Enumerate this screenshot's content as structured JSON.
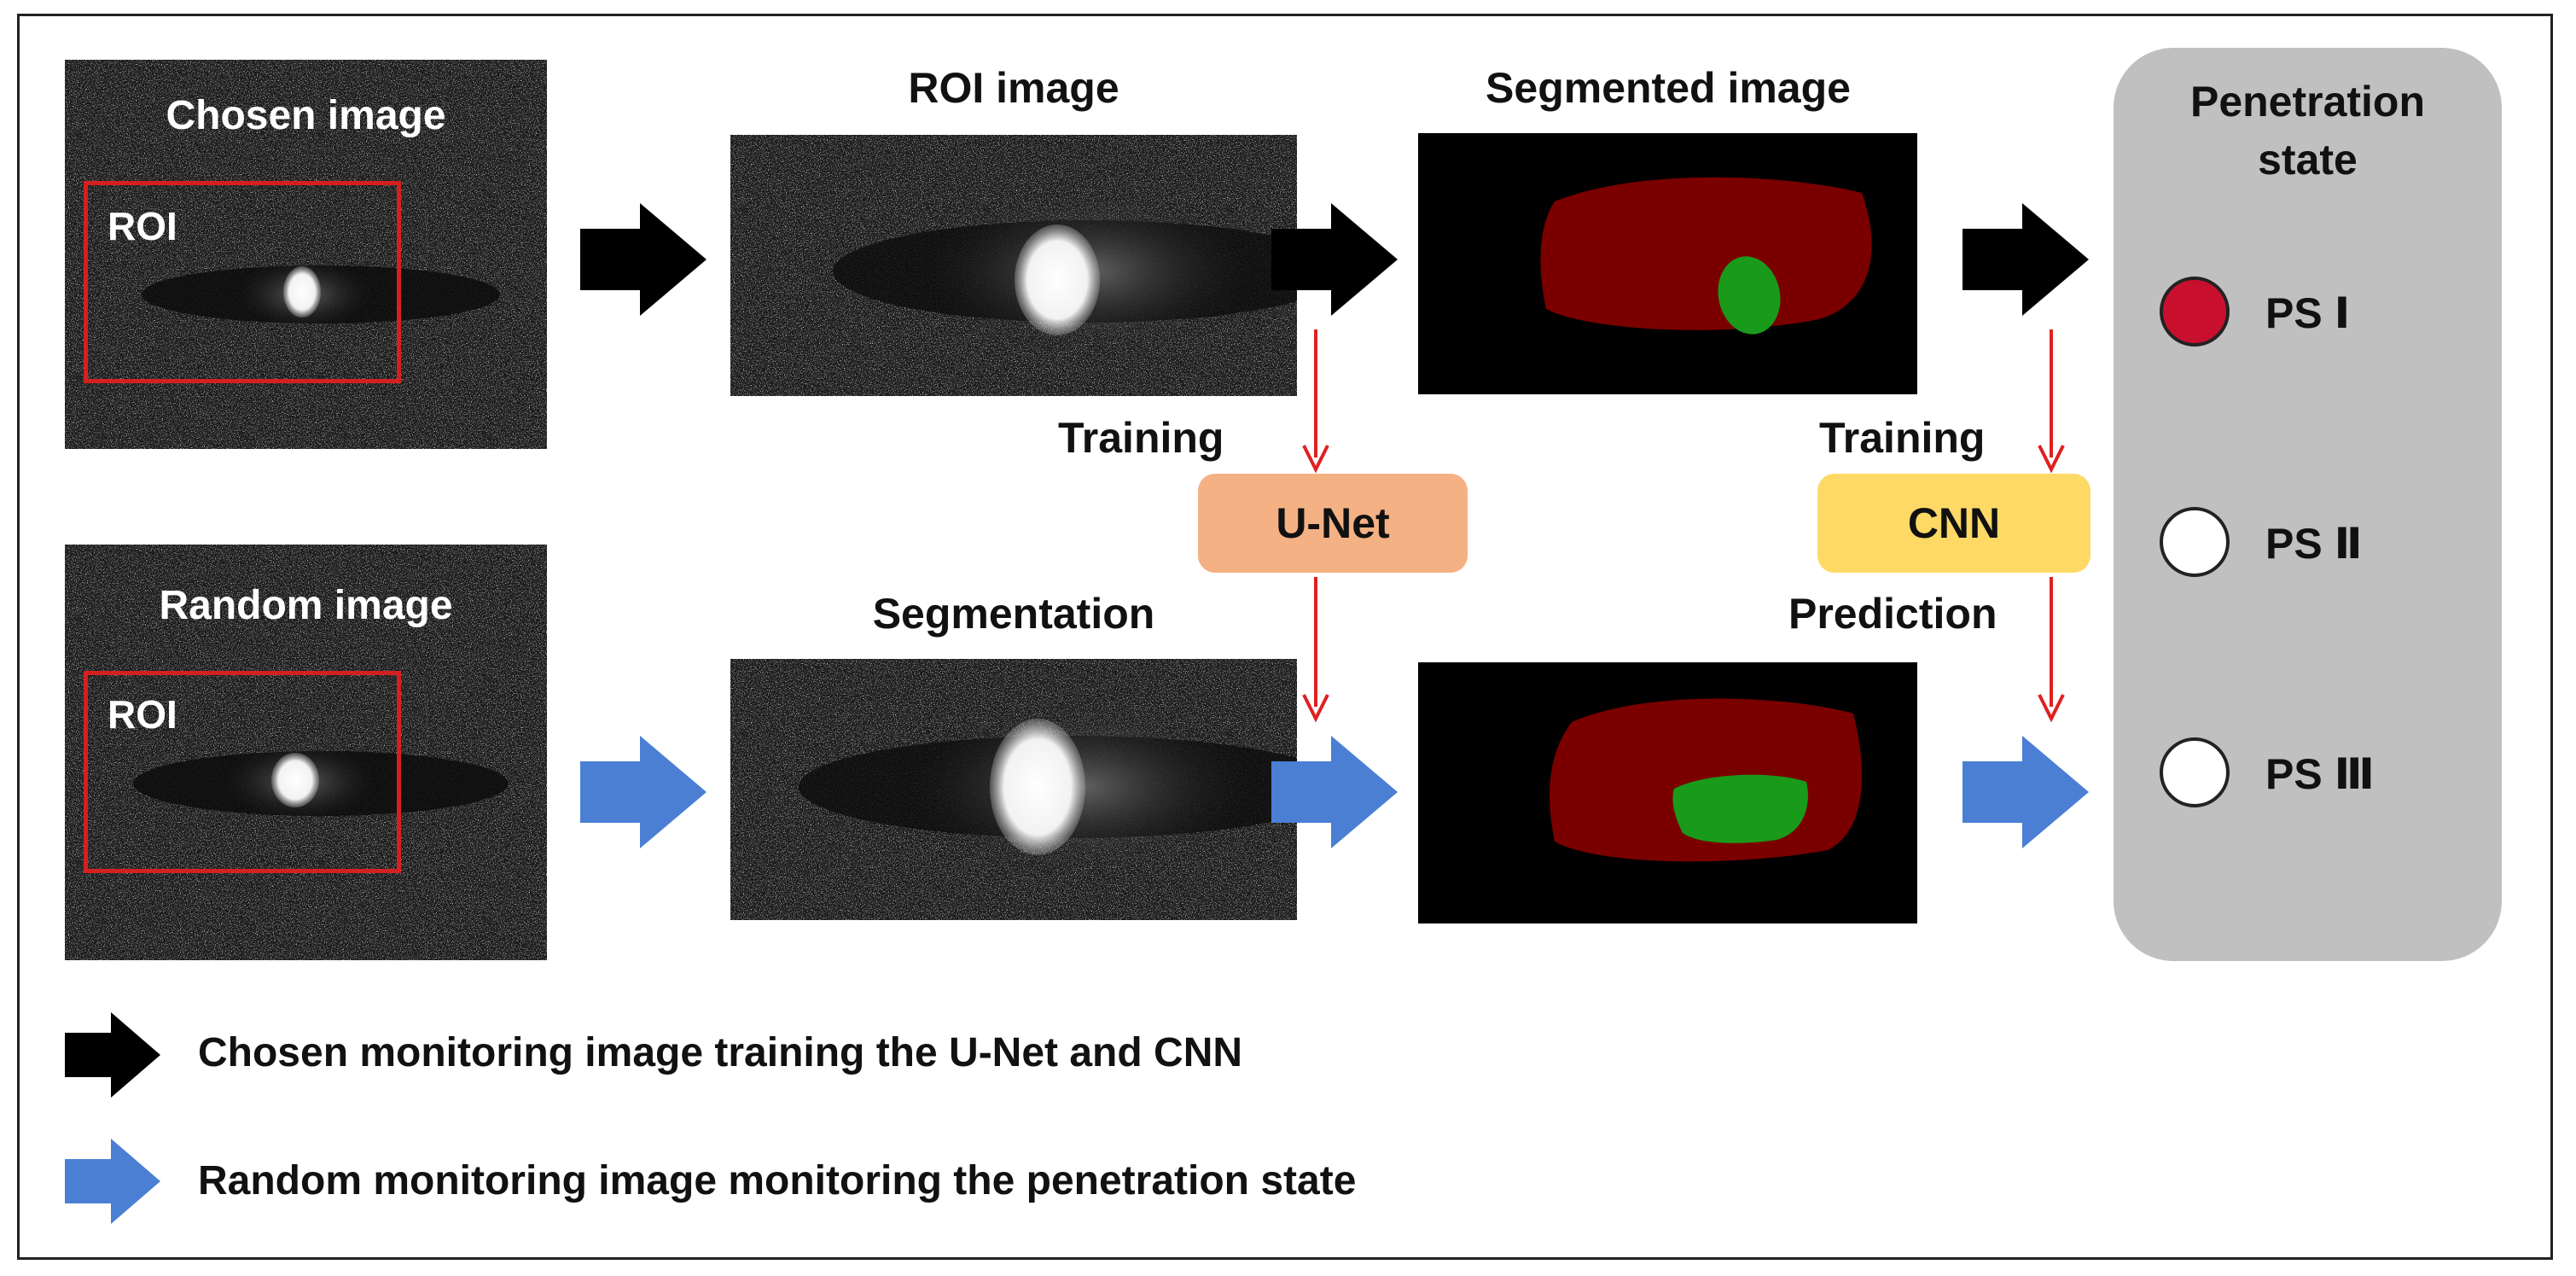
{
  "inputs": {
    "chosen_title": "Chosen image",
    "random_title": "Random image",
    "roi_label": "ROI"
  },
  "stages": {
    "roi_image_title": "ROI image",
    "segmented_image_title": "Segmented image",
    "segmentation_label": "Segmentation",
    "prediction_label": "Prediction",
    "training_label_unet": "Training",
    "training_label_cnn": "Training"
  },
  "models": {
    "unet": "U-Net",
    "cnn": "CNN"
  },
  "penetration_state": {
    "title_line1": "Penetration",
    "title_line2": "state",
    "states": [
      {
        "label": "PS Ⅰ",
        "active": true
      },
      {
        "label": "PS Ⅱ",
        "active": false
      },
      {
        "label": "PS Ⅲ",
        "active": false
      }
    ]
  },
  "legend": [
    {
      "text": "Chosen monitoring image training the U-Net and CNN",
      "arrow": "black-arrow-icon"
    },
    {
      "text": "Random monitoring image monitoring the penetration state",
      "arrow": "blue-arrow-icon"
    }
  ],
  "colors": {
    "black_arrow": "#000000",
    "blue_arrow": "#4a7fd4",
    "red_arrow": "#e02020",
    "roi_box": "#d42020",
    "weld_pool": "#7a0000",
    "keyhole": "#1a9a1a",
    "unet_fill": "#f4b183",
    "cnn_fill": "#ffd966",
    "panel": "#c0c0c0",
    "ps_active": "#c8102e"
  }
}
